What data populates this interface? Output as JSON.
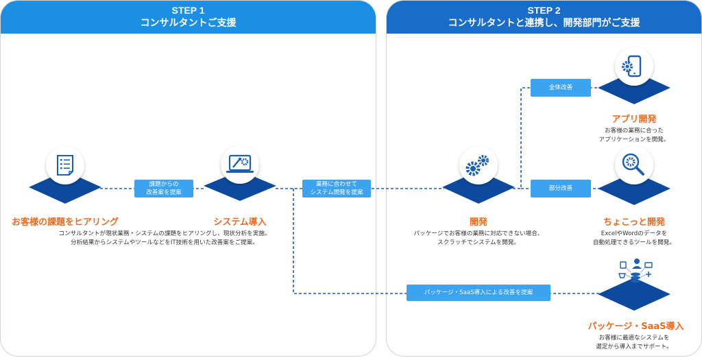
{
  "step1": {
    "number": "STEP 1",
    "title": "コンサルタントご支援"
  },
  "step2": {
    "number": "STEP 2",
    "title": "コンサルタントと連携し、開発部門がご支援"
  },
  "nodes": {
    "hearing": {
      "title": "お客様の課題をヒアリング",
      "desc_line1": "コンサルタントが現状業務・システムの課題をヒアリングし、現状分析を実施。",
      "desc_line2": "分析結果からシステムやツールなどをIT技術を用いた改善案をご提案。",
      "icon": "document-list-icon"
    },
    "system": {
      "title": "システム導入",
      "icon": "monitor-tools-icon"
    },
    "dev": {
      "title": "開発",
      "desc_line1": "パッケージでお客様の業務に対応できない場合、",
      "desc_line2": "スクラッチでシステムを開発。",
      "icon": "gears-icon"
    },
    "app": {
      "title": "アプリ開発",
      "desc_line1": "お客様の業務に合った",
      "desc_line2": "アプリケーションを開発。",
      "icon": "mobile-gear-icon"
    },
    "tool": {
      "title": "ちょこっと開発",
      "desc_line1": "ExcelやWordのデータを",
      "desc_line2": "自動処理できるツールを開発。",
      "icon": "magnifier-gear-icon"
    },
    "package": {
      "title": "パッケージ・SaaS導入",
      "desc_line1": "お客様に最適なシステムを",
      "desc_line2": "選定から導入までサポート。",
      "icon": "network-services-icon"
    }
  },
  "labels": {
    "proposal_line1": "課題からの",
    "proposal_line2": "改善案を提案",
    "custom_dev_line1": "業務に合わせて",
    "custom_dev_line2": "システム開発を提案",
    "full_improve": "全体改善",
    "partial_improve": "部分改善",
    "package_proposal": "パッケージ・SaaS導入による改善を提案"
  },
  "colors": {
    "step1_header": "#1d8fe2",
    "step2_header": "#1a6cc9",
    "platform": "#0d4a9e",
    "accent_orange": "#f06a1e",
    "badge": "#3ba3ef",
    "connector": "#1a5fb4"
  }
}
